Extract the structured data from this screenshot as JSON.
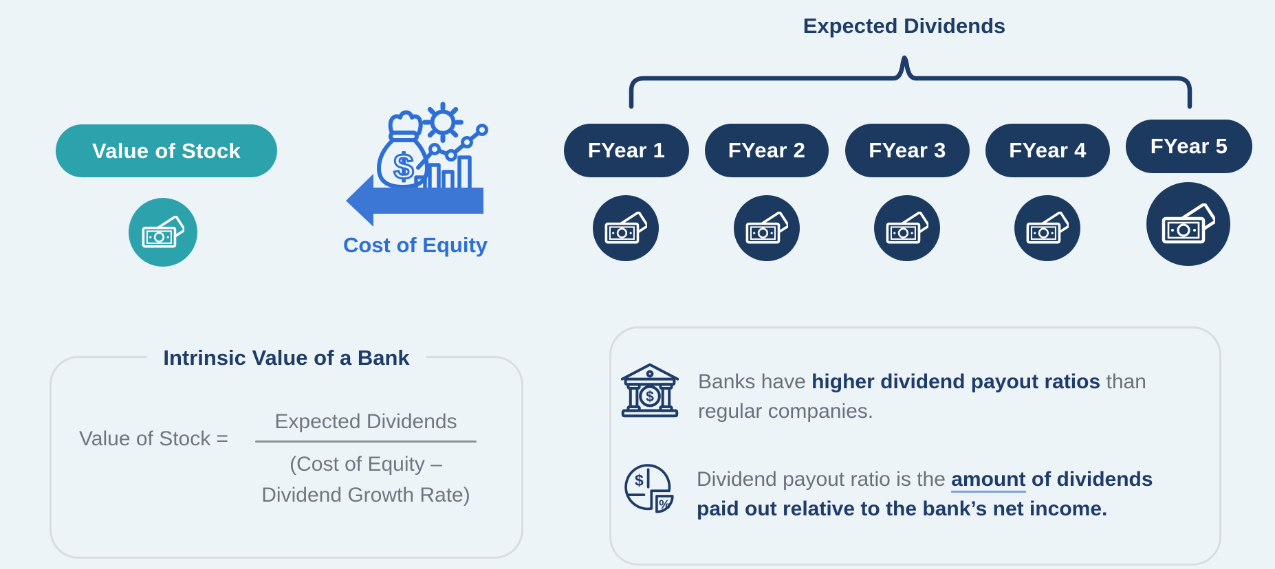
{
  "page": {
    "background": "#edf4f8"
  },
  "colors": {
    "teal": "#2ba2ac",
    "navy_fill": "#1c3a5f",
    "navy_text": "#1e3c68",
    "icon_blue": "#2e6fd6",
    "arrow_blue": "#3c77d5",
    "cost_blue": "#2d6ed7",
    "gray_text": "#69707b",
    "formula_gray": "#6f7681",
    "border_gray": "#d9dce2",
    "underline_blue": "#7ca3de"
  },
  "value_stock": {
    "label": "Value of Stock"
  },
  "cost_equity": {
    "label": "Cost of Equity"
  },
  "expected_dividends": {
    "title": "Expected Dividends",
    "years": [
      "FYear 1",
      "FYear 2",
      "FYear 3",
      "FYear 4",
      "FYear 5"
    ]
  },
  "formula_box": {
    "title": "Intrinsic Value of a Bank",
    "lhs": "Value of Stock =",
    "numerator": "Expected Dividends",
    "denominator_line1": "(Cost of Equity –",
    "denominator_line2": "Dividend Growth Rate)"
  },
  "facts_box": {
    "fact1_pre": "Banks have ",
    "fact1_bold": "higher dividend payout ratios",
    "fact1_post": " than regular companies.",
    "fact2_pre": "Dividend payout ratio is the ",
    "fact2_underlined": "amount",
    "fact2_bold": " of dividends paid out relative to the bank’s net income."
  },
  "icons": {
    "money_circle": "banknotes-icon",
    "money_bag": "money-bag-icon",
    "gear": "gear-icon",
    "growth_chart": "bar-chart-trend-icon",
    "arrow": "left-arrow-icon",
    "brace": "bracket-brace-icon",
    "bank": "bank-building-icon",
    "pie": "pie-chart-percent-icon"
  }
}
